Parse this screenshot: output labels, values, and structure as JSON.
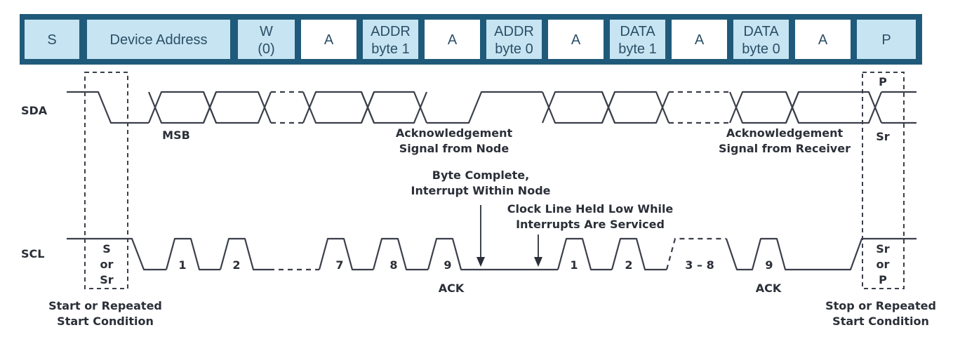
{
  "packet": {
    "cells": [
      {
        "line1": "S",
        "line2": "",
        "style": "light"
      },
      {
        "line1": "Device Address",
        "line2": "",
        "style": "light"
      },
      {
        "line1": "W",
        "line2": "(0)",
        "style": "light"
      },
      {
        "line1": "A",
        "line2": "",
        "style": "white"
      },
      {
        "line1": "ADDR",
        "line2": "byte 1",
        "style": "light"
      },
      {
        "line1": "A",
        "line2": "",
        "style": "white"
      },
      {
        "line1": "ADDR",
        "line2": "byte 0",
        "style": "light"
      },
      {
        "line1": "A",
        "line2": "",
        "style": "white"
      },
      {
        "line1": "DATA",
        "line2": "byte 1",
        "style": "light"
      },
      {
        "line1": "A",
        "line2": "",
        "style": "white"
      },
      {
        "line1": "DATA",
        "line2": "byte 0",
        "style": "light"
      },
      {
        "line1": "A",
        "line2": "",
        "style": "white"
      },
      {
        "line1": "P",
        "line2": "",
        "style": "light"
      }
    ],
    "colors": {
      "bar": "#205a7a",
      "light": "#c7e4f2",
      "white": "#ffffff",
      "text": "#2a4f66"
    }
  },
  "signals": {
    "sda": "SDA",
    "scl": "SCL"
  },
  "sda_labels": {
    "msb": "MSB",
    "ack_node_1": "Acknowledgement",
    "ack_node_2": "Signal from Node",
    "ack_recv_1": "Acknowledgement",
    "ack_recv_2": "Signal from Receiver",
    "stop_p": "P",
    "stop_sr": "Sr"
  },
  "scl_labels": {
    "start_1": "S",
    "start_2": "or",
    "start_3": "Sr",
    "pulses_a": [
      "1",
      "2",
      "7",
      "8",
      "9"
    ],
    "pulses_b": [
      "1",
      "2",
      "3 – 8",
      "9"
    ],
    "ack_a": "ACK",
    "ack_b": "ACK",
    "stop_1": "Sr",
    "stop_2": "or",
    "stop_3": "P"
  },
  "annotations": {
    "byte_complete_1": "Byte Complete,",
    "byte_complete_2": "Interrupt Within Node",
    "clock_held_1": "Clock Line Held Low While",
    "clock_held_2": "Interrupts Are Serviced",
    "start_cond_1": "Start or Repeated",
    "start_cond_2": "Start Condition",
    "stop_cond_1": "Stop or Repeated",
    "stop_cond_2": "Start Condition"
  }
}
